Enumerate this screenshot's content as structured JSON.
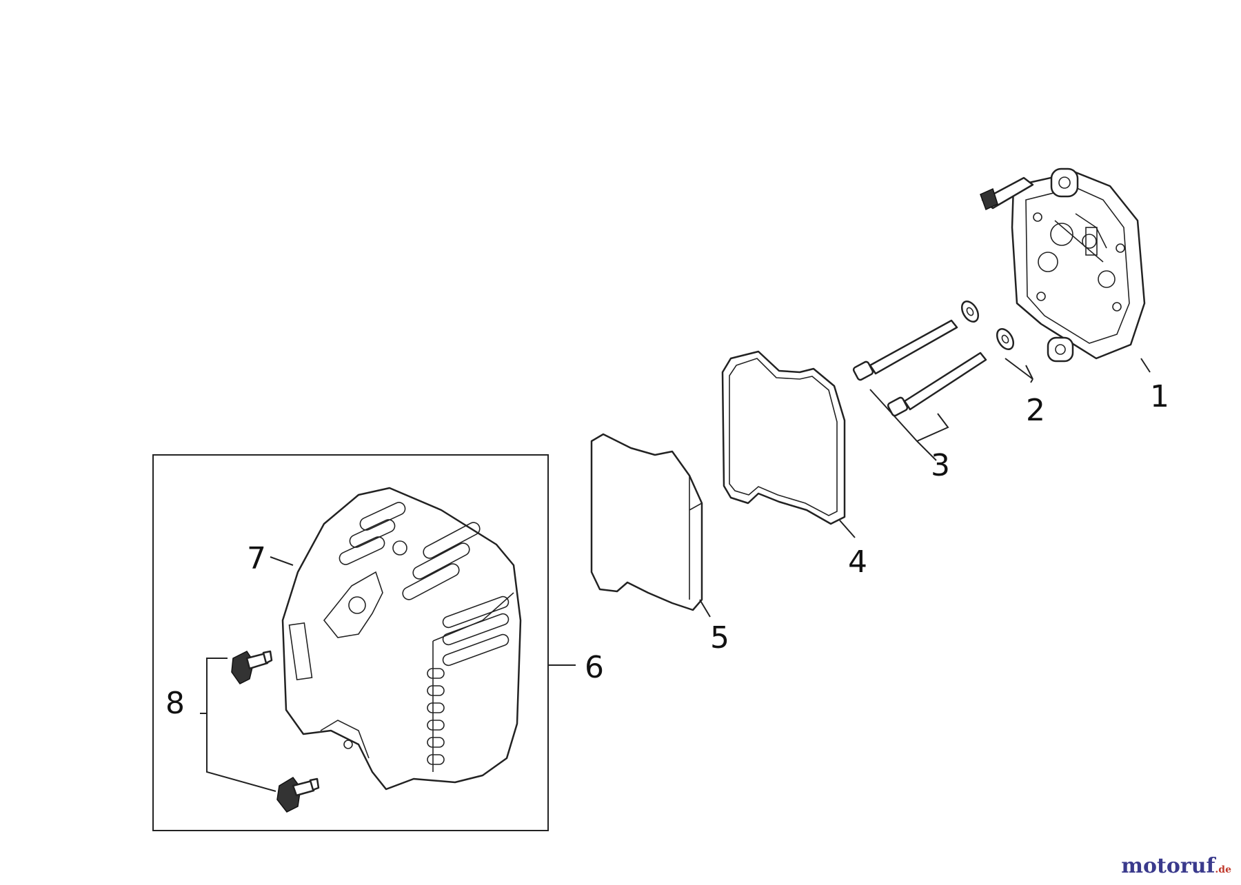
{
  "diagram": {
    "callouts": [
      "1",
      "2",
      "3",
      "4",
      "5",
      "6",
      "7",
      "8"
    ]
  },
  "watermark": {
    "name": "motoruf",
    "tld": ".de"
  }
}
